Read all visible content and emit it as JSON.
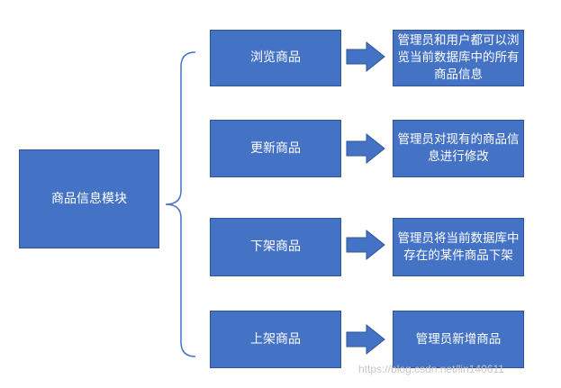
{
  "root": {
    "label": "商品信息模块"
  },
  "branches": [
    {
      "action": "浏览商品",
      "description": "管理员和用户都可以浏览当前数据库中的所有商品信息"
    },
    {
      "action": "更新商品",
      "description": "管理员对现有的商品信息进行修改"
    },
    {
      "action": "下架商品",
      "description": "管理员将当前数据库中存在的某件商品下架"
    },
    {
      "action": "上架商品",
      "description": "管理员新增商品"
    }
  ],
  "watermark": "https://blog.csdn.net/lin140611",
  "colors": {
    "box_fill": "#4472c4",
    "box_border": "#2f5597",
    "brace": "#4472c4"
  }
}
